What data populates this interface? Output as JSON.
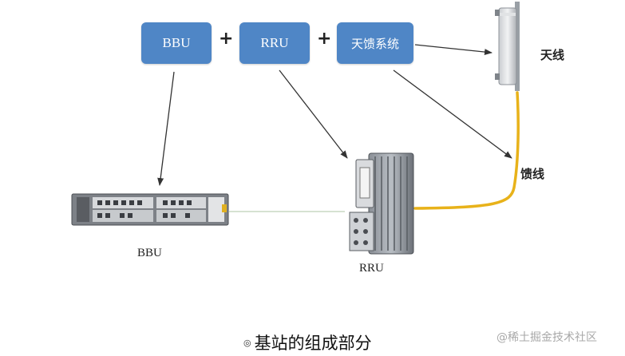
{
  "boxes": {
    "bbu": "BBU",
    "rru": "RRU",
    "antenna_system": "天馈系统"
  },
  "plus_sign": "+",
  "labels": {
    "antenna": "天线",
    "feeder": "馈线",
    "bbu": "BBU",
    "rru": "RRU"
  },
  "caption": {
    "mark": "◎",
    "text": "基站的组成部分"
  },
  "watermark": "@稀土掘金技术社区",
  "colors": {
    "box_fill": "#4f86c6",
    "box_text": "#ffffff",
    "feeder_cable": "#e8b21a",
    "arrow": "#333333"
  }
}
